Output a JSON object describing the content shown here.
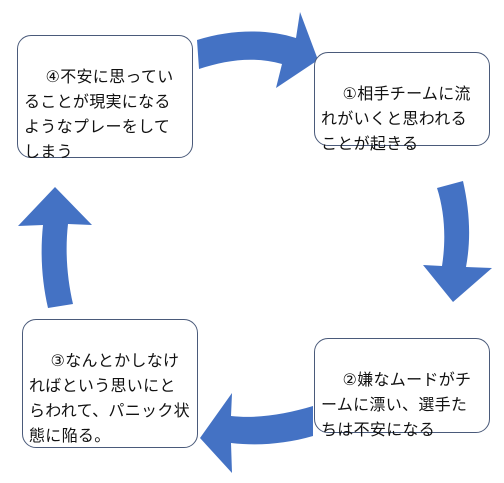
{
  "diagram": {
    "colors": {
      "arrow": "#4472c4",
      "box_border": "#4a5a7a",
      "text": "#111111",
      "background": "#ffffff"
    },
    "cycle": [
      {
        "id": "step1",
        "text": "①相手チームに流れがいくと思われることが起きる"
      },
      {
        "id": "step2",
        "text": "②嫌なムードがチームに漂い、選手たちは不安になる"
      },
      {
        "id": "step3",
        "text": "③なんとかしなければという思いにとらわれて、パニック状態に陥る。"
      },
      {
        "id": "step4",
        "text": "④不安に思っていることが現実になるようなプレーをしてしまう"
      }
    ],
    "arrows": [
      {
        "from": "step4",
        "to": "step1",
        "direction": "right"
      },
      {
        "from": "step1",
        "to": "step2",
        "direction": "down"
      },
      {
        "from": "step2",
        "to": "step3",
        "direction": "left"
      },
      {
        "from": "step3",
        "to": "step4",
        "direction": "up"
      }
    ]
  }
}
